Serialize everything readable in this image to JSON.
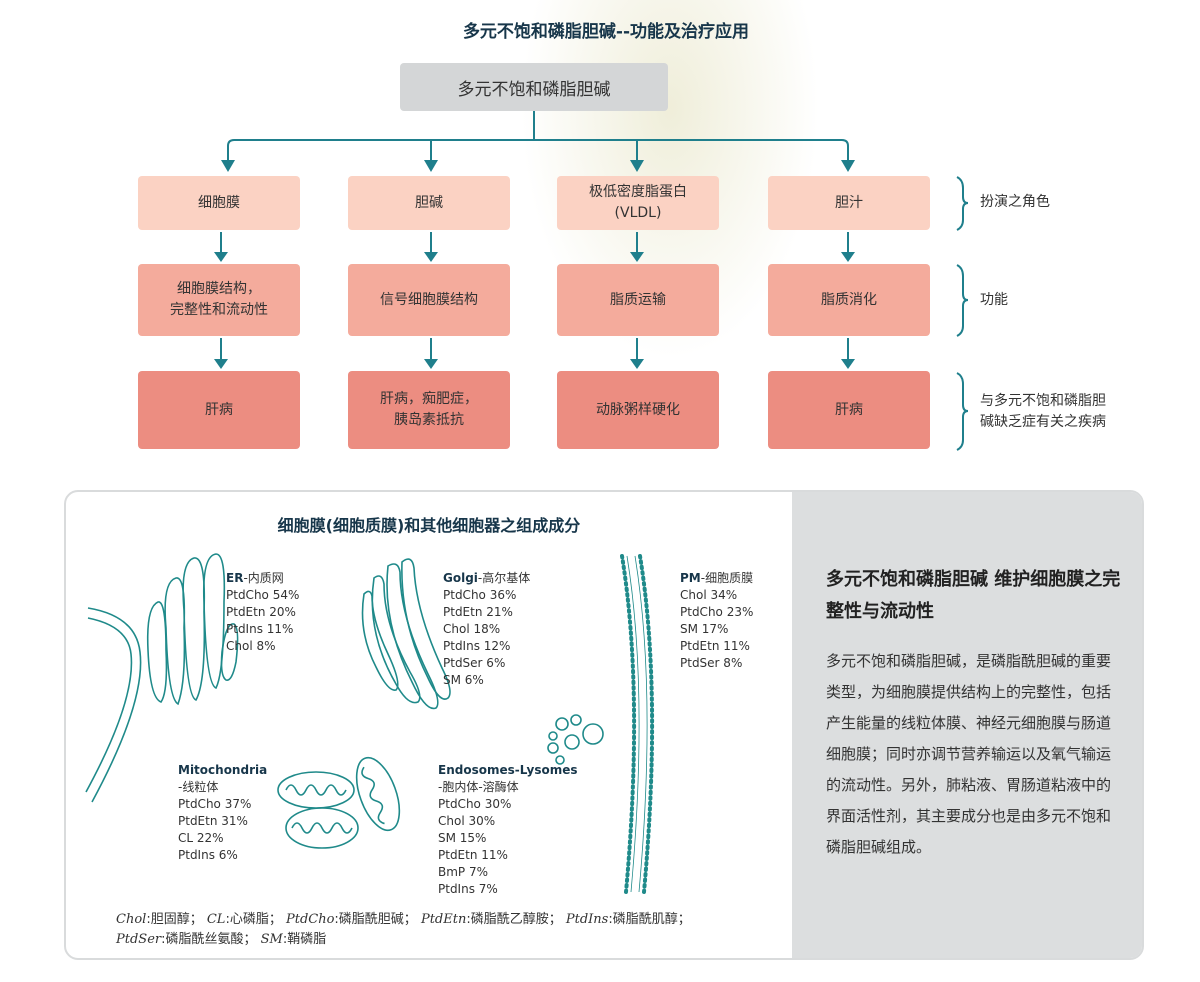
{
  "page_title": "多元不饱和磷脂胆碱--功能及治疗应用",
  "root_label": "多元不饱和磷脂胆碱",
  "columns": [
    {
      "role": "细胞膜",
      "function": "细胞膜结构，\n完整性和流动性",
      "disease": "肝病"
    },
    {
      "role": "胆碱",
      "function": "信号细胞膜结构",
      "disease": "肝病，痴肥症，\n胰岛素抵抗"
    },
    {
      "role": "极低密度脂蛋白\n(VLDL)",
      "function": "脂质运输",
      "disease": "动脉粥样硬化"
    },
    {
      "role": "胆汁",
      "function": "脂质消化",
      "disease": "肝病"
    }
  ],
  "row_labels": {
    "role": "扮演之角色",
    "function": "功能",
    "disease": "与多元不饱和磷脂胆\n碱缺乏症有关之疾病"
  },
  "panel": {
    "title": "细胞膜(细胞质膜)和其他细胞器之组成成分",
    "organelles": {
      "er": {
        "abbr": "ER",
        "name": "-内质网",
        "components": [
          "PtdCho 54%",
          "PtdEtn 20%",
          "PtdIns 11%",
          "Chol 8%"
        ]
      },
      "golgi": {
        "abbr": "Golgi",
        "name": "-高尔基体",
        "components": [
          "PtdCho 36%",
          "PtdEtn 21%",
          "Chol 18%",
          "PtdIns 12%",
          "PtdSer 6%",
          "SM 6%"
        ]
      },
      "pm": {
        "abbr": "PM",
        "name": "-细胞质膜",
        "components": [
          "Chol 34%",
          "PtdCho 23%",
          "SM 17%",
          "PtdEtn 11%",
          "PtdSer 8%"
        ]
      },
      "mito": {
        "abbr": "Mitochondria",
        "name": "-线粒体",
        "components": [
          "PtdCho 37%",
          "PtdEtn 31%",
          "CL 22%",
          "PtdIns 6%"
        ]
      },
      "endo": {
        "abbr": "Endosomes-Lysomes",
        "name": "-胞内体-溶酶体",
        "components": [
          "PtdCho 30%",
          "Chol 30%",
          "SM 15%",
          "PtdEtn 11%",
          "BmP 7%",
          "PtdIns 7%"
        ]
      }
    },
    "legend_line1": [
      {
        "abbr": "Chol",
        "text": ":胆固醇；"
      },
      {
        "abbr": "CL",
        "text": ":心磷脂；"
      },
      {
        "abbr": "PtdCho",
        "text": ":磷脂酰胆碱；"
      },
      {
        "abbr": "PtdEtn",
        "text": ":磷脂酰乙醇胺；"
      },
      {
        "abbr": "PtdIns",
        "text": ":磷脂酰肌醇；"
      }
    ],
    "legend_line2": [
      {
        "abbr": "PtdSer",
        "text": ":磷脂酰丝氨酸；"
      },
      {
        "abbr": "SM",
        "text": ":鞘磷脂"
      }
    ]
  },
  "side": {
    "heading": "多元不饱和磷脂胆碱 维护细胞膜之完整性与流动性",
    "body": "多元不饱和磷脂胆碱，是磷脂酰胆碱的重要类型，为细胞膜提供结构上的完整性，包括产生能量的线粒体膜、神经元细胞膜与肠道细胞膜；同时亦调节营养输运以及氧气输运的流动性。另外，肺粘液、胃肠道粘液中的界面活性剂，其主要成分也是由多元不饱和磷脂胆碱组成。"
  },
  "colors": {
    "connector": "#1f7f8c",
    "row1": "#fbd2c3",
    "row2": "#f4ab9c",
    "row3": "#ec8d81",
    "organelle_stroke": "#1f8a8a",
    "title": "#17364a"
  }
}
